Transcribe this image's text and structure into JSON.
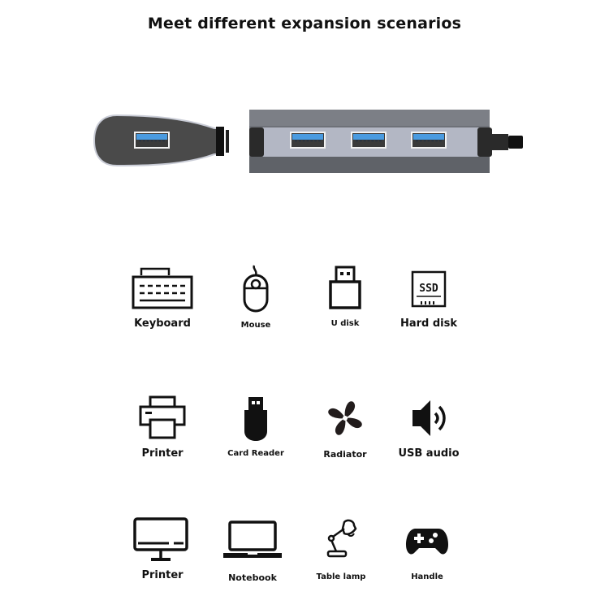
{
  "title": "Meet different expansion scenarios",
  "hub": {
    "left_unit": {
      "ports": 1,
      "port_color": "#4a9be0",
      "body_color": "#4a4a4a"
    },
    "right_unit": {
      "ports": 3,
      "port_color": "#4a9be0",
      "body_color": "#6e7178",
      "panel_color": "#b3b7c4",
      "cable_color": "#222222"
    }
  },
  "devices": [
    {
      "label": "Keyboard",
      "icon": "keyboard-icon"
    },
    {
      "label": "Mouse",
      "icon": "mouse-icon"
    },
    {
      "label": "U disk",
      "icon": "usb-drive-icon"
    },
    {
      "label": "Hard disk",
      "icon": "ssd-icon"
    },
    {
      "label": "Printer",
      "icon": "printer-icon"
    },
    {
      "label": "Card Reader",
      "icon": "card-reader-icon"
    },
    {
      "label": "Radiator",
      "icon": "fan-icon"
    },
    {
      "label": "USB audio",
      "icon": "speaker-icon"
    },
    {
      "label": "Printer",
      "icon": "monitor-icon"
    },
    {
      "label": "Notebook",
      "icon": "laptop-icon"
    },
    {
      "label": "Table lamp",
      "icon": "desk-lamp-icon"
    },
    {
      "label": "Handle",
      "icon": "gamepad-icon"
    }
  ]
}
